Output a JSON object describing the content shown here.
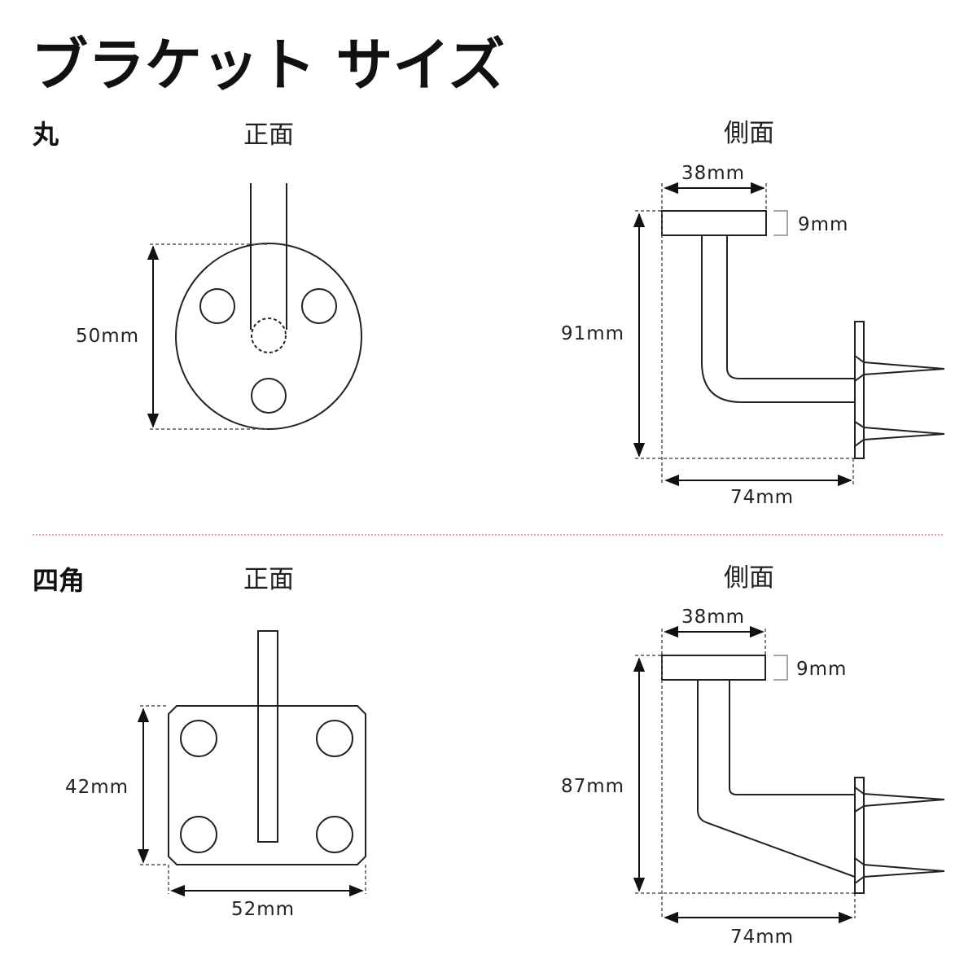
{
  "title": "ブラケット サイズ",
  "divider_color": "#e05060",
  "round": {
    "section_label": "丸",
    "front_label": "正面",
    "side_label": "側面",
    "diameter": "50mm",
    "plate_width": "38mm",
    "plate_thickness": "9mm",
    "height": "91mm",
    "depth": "74mm"
  },
  "square": {
    "section_label": "四角",
    "front_label": "正面",
    "side_label": "側面",
    "plate_height": "42mm",
    "plate_width_front": "52mm",
    "plate_width": "38mm",
    "plate_thickness": "9mm",
    "height": "87mm",
    "depth": "74mm"
  }
}
